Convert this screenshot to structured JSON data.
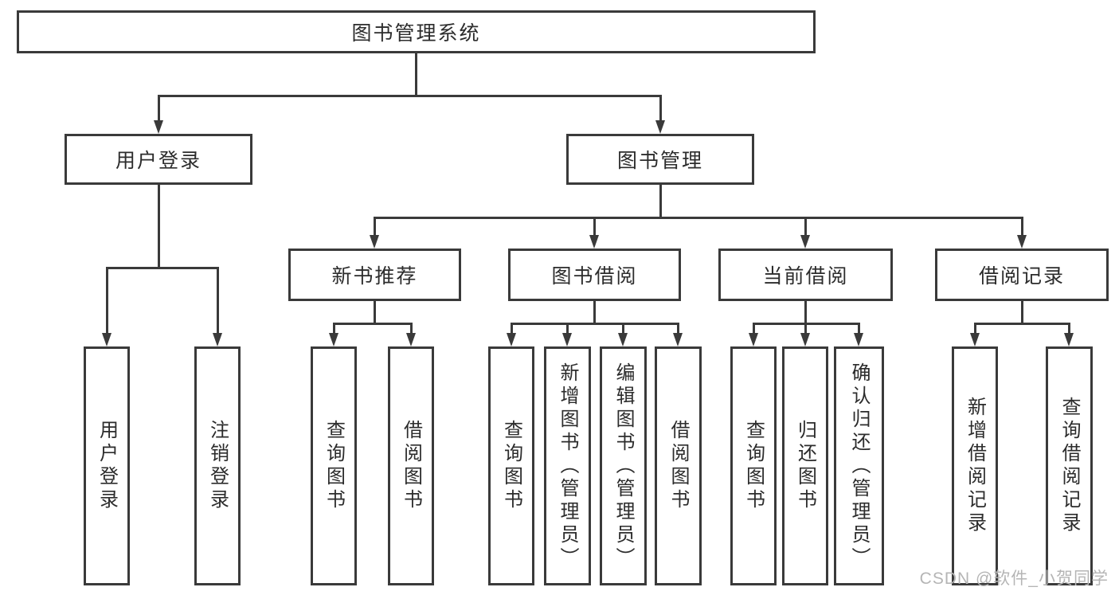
{
  "diagram": {
    "root": "图书管理系统",
    "level2": {
      "user_login": "用户登录",
      "book_mgmt": "图书管理"
    },
    "user_login_children": [
      "用户登录",
      "注销登录"
    ],
    "book_mgmt_children": {
      "new_book_rec": {
        "label": "新书推荐",
        "children": [
          "查询图书",
          "借阅图书"
        ]
      },
      "book_borrow": {
        "label": "图书借阅",
        "children": [
          "查询图书",
          "新增图书（管理员）",
          "编辑图书（管理员）",
          "借阅图书"
        ]
      },
      "current_borrow": {
        "label": "当前借阅",
        "children": [
          "查询图书",
          "归还图书",
          "确认归还（管理员）"
        ]
      },
      "borrow_records": {
        "label": "借阅记录",
        "children": [
          "新增借阅记录",
          "查询借阅记录"
        ]
      }
    }
  },
  "watermark": {
    "text": "CSDN @软件_小贺同学"
  },
  "colors": {
    "line": "#3a3a3a",
    "text": "#2c2c2c",
    "watermark": "#b5b5b5",
    "background": "#ffffff"
  }
}
